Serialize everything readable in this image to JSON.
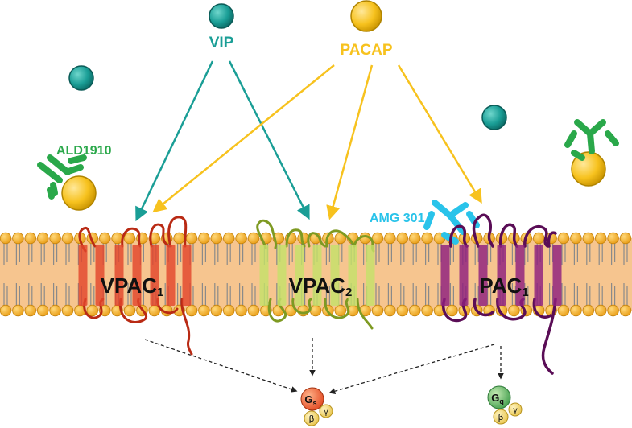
{
  "ligands": {
    "vip": {
      "label": "VIP",
      "color": "#1a9e96"
    },
    "pacap": {
      "label": "PACAP",
      "color": "#f7c21e"
    }
  },
  "antibodies": {
    "ald1910": {
      "label": "ALD1910",
      "color": "#2aa84a"
    },
    "amg301": {
      "label": "AMG 301",
      "color": "#29c3ea"
    }
  },
  "receptors": {
    "vpac1": {
      "base": "VPAC",
      "sub": "1",
      "color": "#e2452c"
    },
    "vpac2": {
      "base": "VPAC",
      "sub": "2",
      "color": "#c4e16a"
    },
    "pac1": {
      "base": "PAC",
      "sub": "1",
      "color": "#8e1f7e"
    }
  },
  "gproteins": {
    "gs": {
      "alpha": "G",
      "alpha_sub": "s",
      "beta": "β",
      "gamma": "γ",
      "color": "#e8582a"
    },
    "gq": {
      "alpha": "G",
      "alpha_sub": "q",
      "beta": "β",
      "gamma": "γ",
      "color": "#6bb46b"
    }
  },
  "colors": {
    "membrane_fill": "#f6c58f",
    "lipid_head": "#f2a81d",
    "lipid_outline": "#c4830f",
    "tail": "#8a8a8a",
    "beta_gamma": "#f2d36b"
  }
}
